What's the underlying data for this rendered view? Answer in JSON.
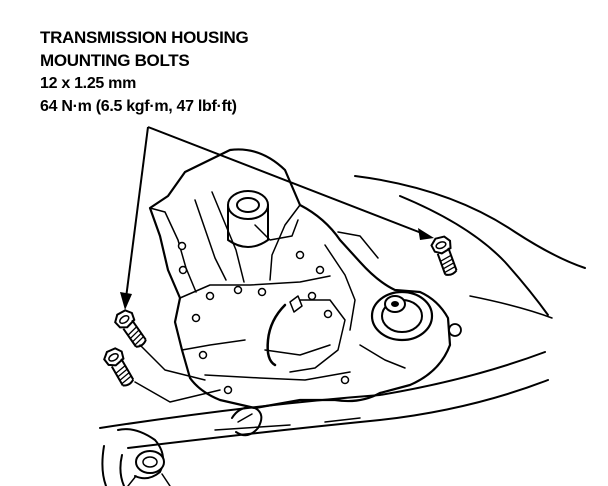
{
  "caption": {
    "line1": "TRANSMISSION HOUSING",
    "line2": "MOUNTING BOLTS",
    "size": "12 x 1.25 mm",
    "torque": "64 N·m (6.5 kgf·m, 47 lbf·ft)"
  },
  "colors": {
    "ink": "#000000",
    "paper": "#ffffff"
  },
  "icons": [
    "bolt-icon",
    "arrow-icon"
  ]
}
